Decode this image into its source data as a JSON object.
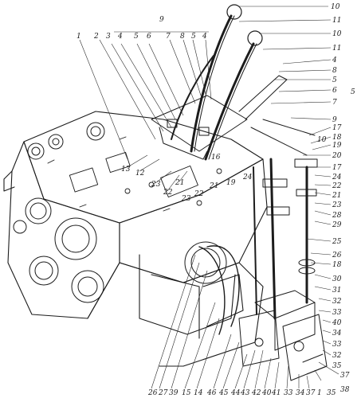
{
  "figure": {
    "description_kind": "exploded-parts-drawing",
    "ink_color": "#1c1c1c",
    "paper_color": "#ffffff"
  },
  "callouts": {
    "top": {
      "group_9": "9",
      "n1": "1",
      "n2": "2",
      "n3": "3",
      "n4a": "4",
      "n5a": "5",
      "n6": "6",
      "n7": "7",
      "n8": "8",
      "n5b": "5",
      "n4b": "4"
    },
    "right": {
      "r10a": "10",
      "r11a": "11",
      "r10b": "10",
      "r11b": "11",
      "r4": "4",
      "r8": "8",
      "r5": "5",
      "r6": "6",
      "r7": "7",
      "r9": "9",
      "r17": "17",
      "r18": "18",
      "r19": "19",
      "r20": "20",
      "r17b": "17",
      "r24": "24",
      "r22": "22",
      "r21": "21",
      "r23": "23",
      "r28": "28",
      "r29": "29",
      "r25": "25",
      "r26": "26",
      "r18b": "18",
      "r30": "30",
      "r31": "31",
      "r32": "32",
      "r33": "33",
      "r40": "40",
      "r34": "34",
      "r33b": "33",
      "r32b": "32",
      "r35": "35",
      "r37": "37",
      "r38": "38",
      "group_5": "5"
    },
    "middle": {
      "m13": "13",
      "m12": "12",
      "m23": "23",
      "m22": "22",
      "m21": "21",
      "m16": "16",
      "m23b": "23",
      "m22b": "22",
      "m21b": "21",
      "m19": "19",
      "m24": "24",
      "m10": "10"
    },
    "bottom": [
      "26",
      "27",
      "39",
      "15",
      "14",
      "46",
      "45",
      "44",
      "43",
      "42",
      "40",
      "41",
      "33",
      "34",
      "37",
      "1",
      "35"
    ]
  }
}
